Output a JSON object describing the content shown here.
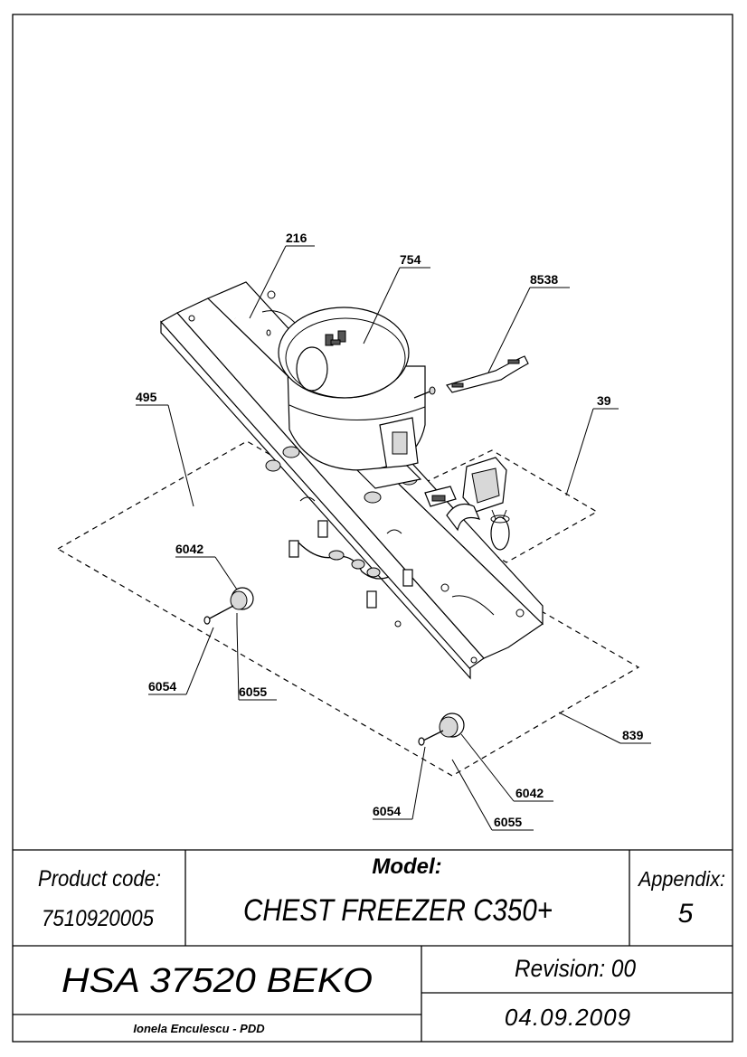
{
  "callouts": {
    "c216": "216",
    "c754": "754",
    "c8538": "8538",
    "c495": "495",
    "c39": "39",
    "c6042a": "6042",
    "c6054a": "6054",
    "c6055a": "6055",
    "c839": "839",
    "c6054b": "6054",
    "c6042b": "6042",
    "c6055b": "6055"
  },
  "title_block": {
    "product_code_label": "Product code:",
    "product_code_value": "7510920005",
    "model_label": "Model:",
    "model_value": "CHEST FREEZER C350+",
    "appendix_label": "Appendix:",
    "appendix_value": "5",
    "document_title": "HSA 37520 BEKO",
    "revision": "Revision: 00",
    "author": "Ionela Enculescu - PDD",
    "date": "04.09.2009"
  }
}
